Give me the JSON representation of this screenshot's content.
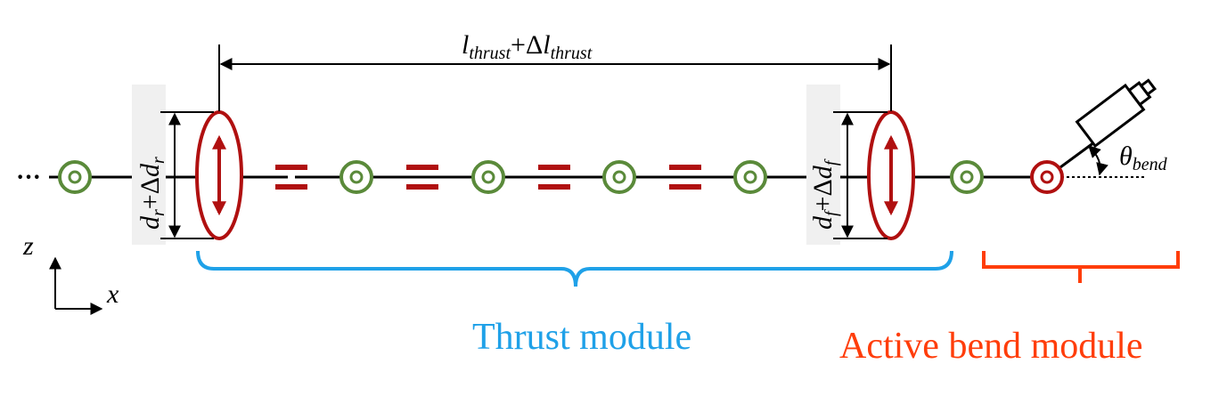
{
  "labels": {
    "l_thrust": {
      "main": "l",
      "sub": "thrust",
      "plus": "+Δ",
      "main2": "l",
      "sub2": "thrust"
    },
    "d_rear": {
      "main": "d",
      "sub": "r",
      "plus": "+Δ",
      "main2": "d",
      "sub2": "r"
    },
    "d_front": {
      "main": "d",
      "sub": "f",
      "plus": "+Δ",
      "main2": "d",
      "sub2": "f"
    },
    "theta": {
      "main": "θ",
      "sub": "bend"
    },
    "axis_z": "z",
    "axis_x": "x",
    "thrust_module": "Thrust module",
    "bend_module": "Active bend module",
    "ellipsis": "···"
  },
  "colors": {
    "green": "#5a8a3a",
    "red": "#b01010",
    "blue": "#1fa1e8",
    "orange": "#ff3d0a",
    "black": "#000000"
  },
  "icons": {
    "sensor": "green-ring-icon",
    "spring": "red-spring-icon",
    "actuator": "red-double-arrow-ellipse-icon",
    "joint": "red-ring-icon",
    "camera": "camera-icon"
  }
}
